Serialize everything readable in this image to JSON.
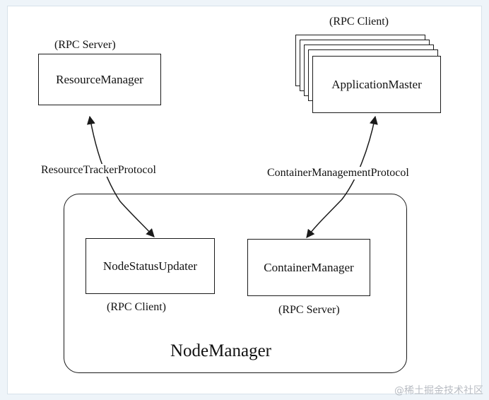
{
  "diagram": {
    "resource_manager": {
      "label": "ResourceManager",
      "role": "(RPC Server)"
    },
    "application_master": {
      "label": "ApplicationMaster",
      "role": "(RPC Client)"
    },
    "node_manager": {
      "label": "NodeManager"
    },
    "node_status_updater": {
      "label": "NodeStatusUpdater",
      "role": "(RPC Client)"
    },
    "container_manager": {
      "label": "ContainerManager",
      "role": "(RPC Server)"
    },
    "protocols": {
      "resource_tracker": "ResourceTrackerProtocol",
      "container_management": "ContainerManagementProtocol"
    }
  },
  "watermark": "@稀土掘金技术社区"
}
